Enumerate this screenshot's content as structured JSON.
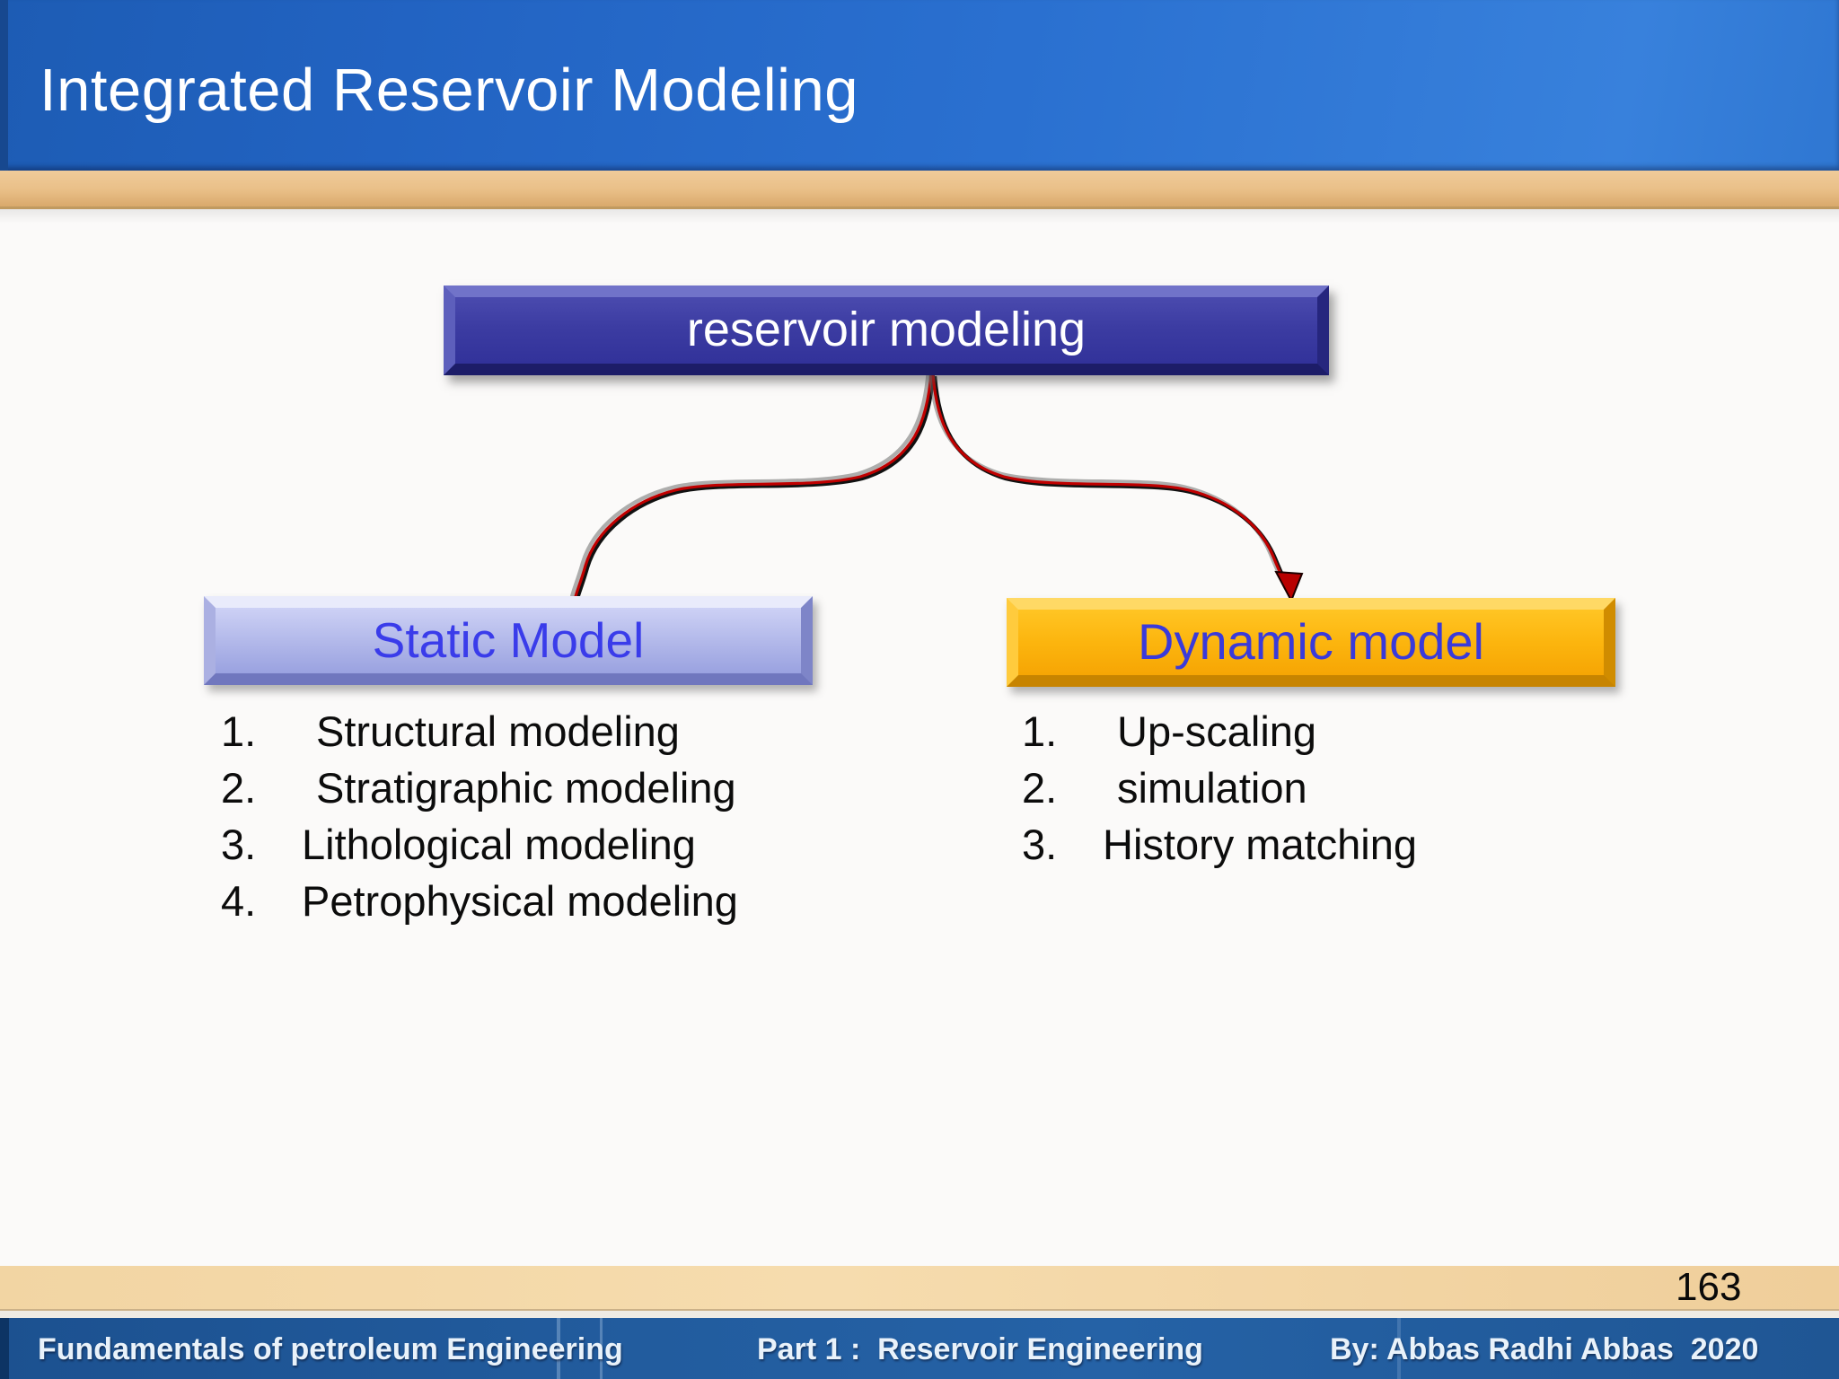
{
  "slide": {
    "title": "Integrated Reservoir Modeling",
    "page_number": "163"
  },
  "diagram": {
    "root_label": "reservoir modeling",
    "static": {
      "label": "Static Model",
      "items": [
        {
          "num": "1.",
          "text": "Structural modeling"
        },
        {
          "num": "2.",
          "text": "Stratigraphic modeling"
        },
        {
          "num": "3.",
          "text": "Lithological modeling"
        },
        {
          "num": "4.",
          "text": "Petrophysical modeling"
        }
      ]
    },
    "dynamic": {
      "label": "Dynamic model",
      "items": [
        {
          "num": "1.",
          "text": "Up-scaling"
        },
        {
          "num": "2.",
          "text": "simulation"
        },
        {
          "num": "3.",
          "text": "History matching"
        }
      ]
    }
  },
  "footer": {
    "left": "Fundamentals of petroleum Engineering",
    "center": "Part 1 :  Reservoir Engineering",
    "right": "By: Abbas Radhi Abbas  2020"
  },
  "colors": {
    "header_blue": "#2a70d0",
    "accent_tan": "#eec795",
    "root_box_indigo": "#3c3ca2",
    "static_box_periwinkle": "#b3b9ea",
    "dynamic_box_orange": "#fcb50e",
    "box_label_blue": "#3a3ce8",
    "arrow_red": "#c00000",
    "footer_blue": "#225c9e"
  }
}
